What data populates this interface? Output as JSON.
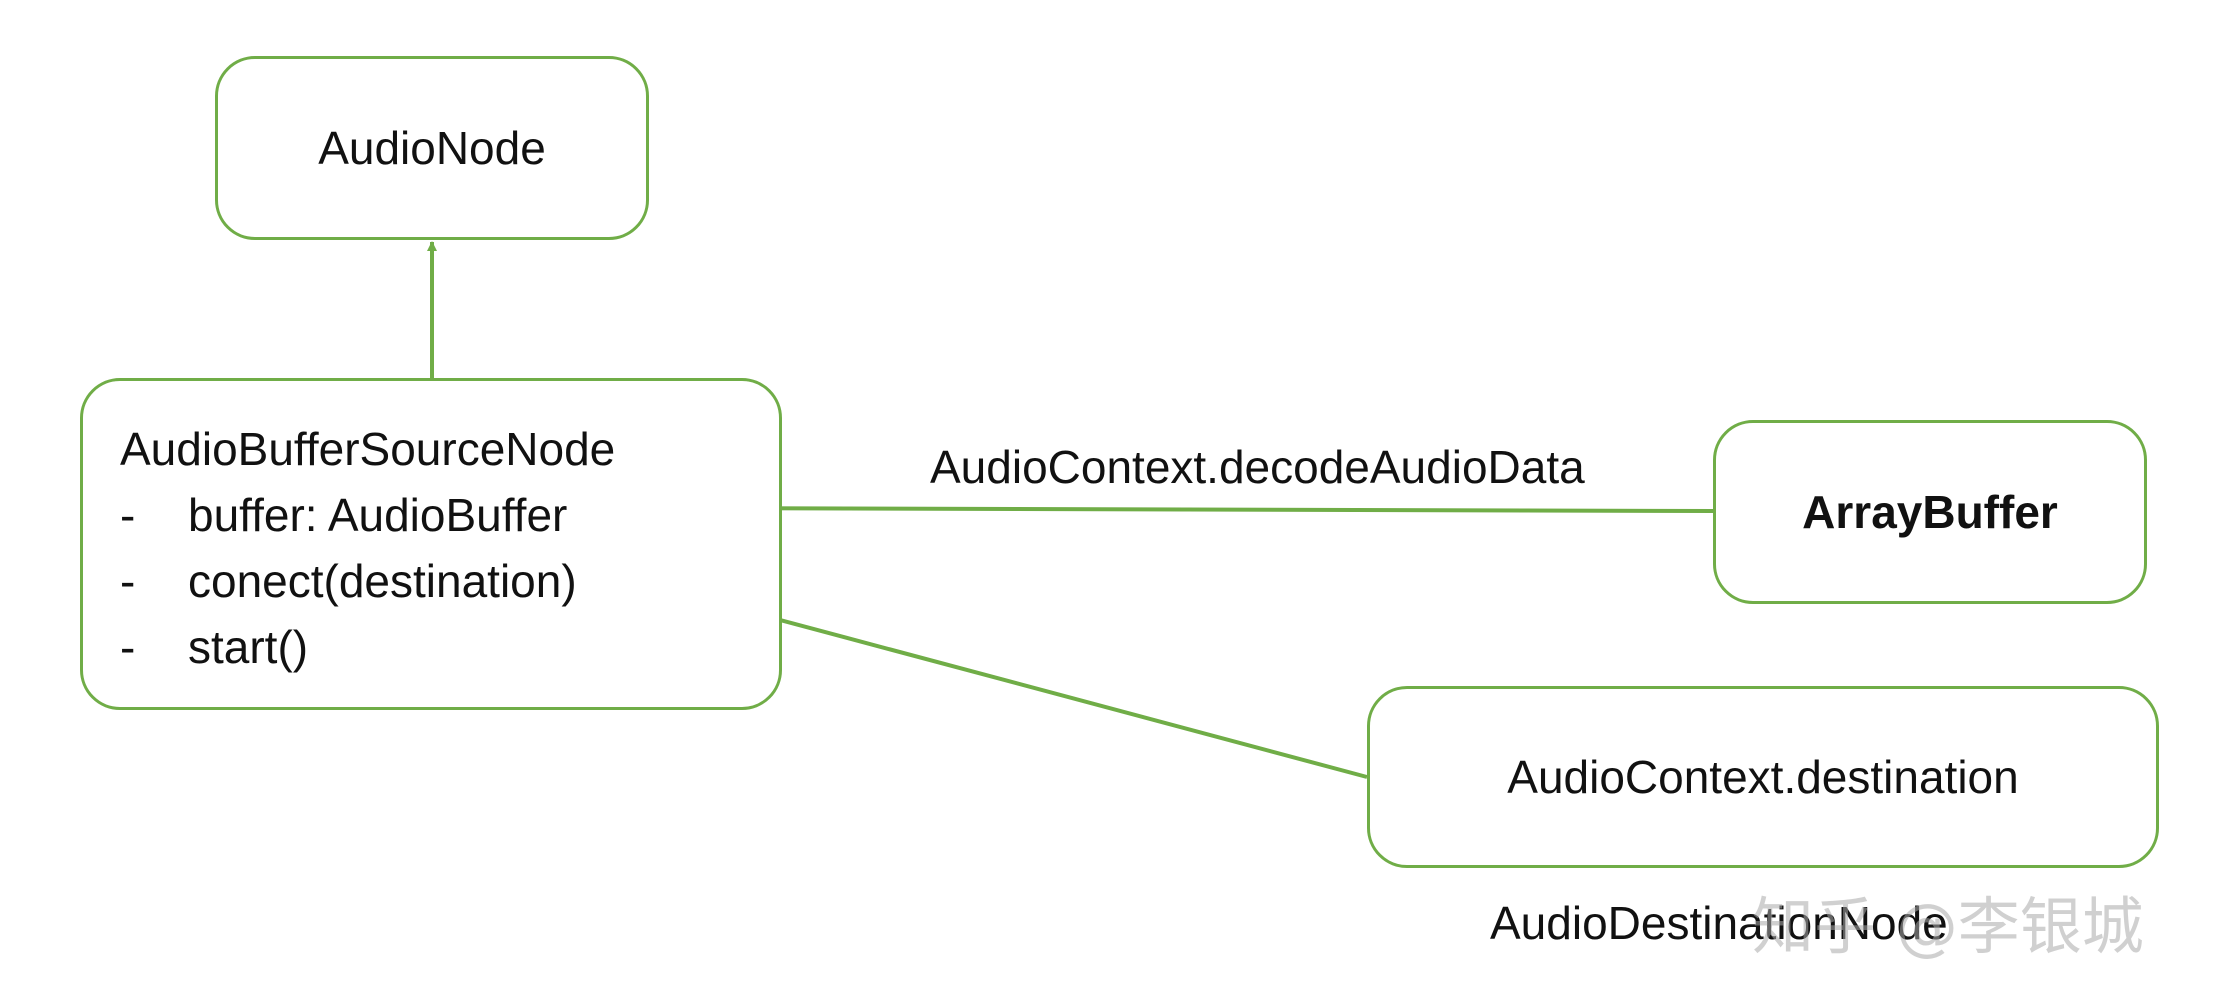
{
  "nodes": {
    "audio_node": {
      "label": "AudioNode"
    },
    "audio_buffer_source_node": {
      "title": "AudioBufferSourceNode",
      "members": [
        {
          "bullet": "-",
          "text": "buffer: AudioBuffer"
        },
        {
          "bullet": "-",
          "text": "conect(destination)"
        },
        {
          "bullet": "-",
          "text": "start()"
        }
      ]
    },
    "array_buffer": {
      "label": "ArrayBuffer"
    },
    "audio_context_destination": {
      "label": "AudioContext.destination"
    }
  },
  "edges": {
    "decode_label": "AudioContext.decodeAudioData"
  },
  "captions": {
    "destination_type": "AudioDestinationNode"
  },
  "watermark": "知乎 @李银城",
  "colors": {
    "accent": "#70ad47",
    "text": "#111111"
  }
}
